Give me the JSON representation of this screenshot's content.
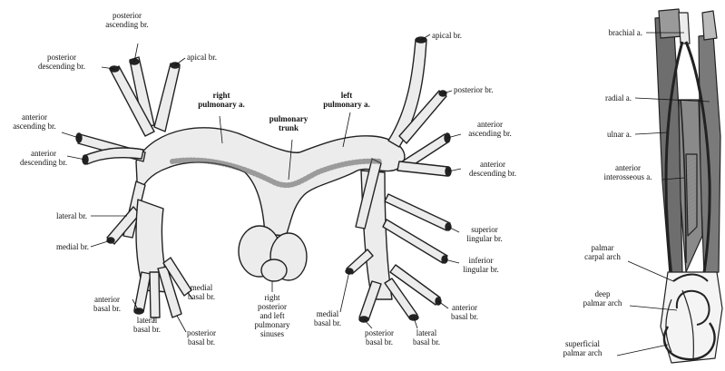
{
  "figure": {
    "pulmonary": {
      "labels": {
        "posterior_ascending": [
          "posterior",
          "ascending br."
        ],
        "posterior_descending": [
          "posterior",
          "descending br."
        ],
        "apical_right": [
          "apical br."
        ],
        "right_pulmonary": [
          "right",
          "pulmonary a."
        ],
        "left_pulmonary": [
          "left",
          "pulmonary a."
        ],
        "pulmonary_trunk": [
          "pulmonary",
          "trunk"
        ],
        "apical_left": [
          "apical br."
        ],
        "posterior_left": [
          "posterior br."
        ],
        "anterior_ascending_right": [
          "anterior",
          "ascending br."
        ],
        "anterior_descending_right": [
          "anterior",
          "descending br."
        ],
        "anterior_ascending_left": [
          "anterior",
          "ascending br."
        ],
        "anterior_descending_left": [
          "anterior",
          "descending br."
        ],
        "lateral": [
          "lateral br."
        ],
        "medial": [
          "medial br."
        ],
        "superior_lingular": [
          "superior",
          "lingular br."
        ],
        "inferior_lingular": [
          "inferior",
          "lingular br."
        ],
        "anterior_basal_right": [
          "anterior",
          "basal br."
        ],
        "lateral_basal": [
          "lateral",
          "basal br."
        ],
        "medial_basal_right": [
          "medial",
          "basal br."
        ],
        "posterior_basal_right": [
          "posterior",
          "basal br."
        ],
        "sinuses": [
          "right",
          "posterior",
          "and left",
          "pulmonary",
          "sinuses"
        ],
        "medial_basal_left": [
          "medial",
          "basal br."
        ],
        "posterior_basal_left": [
          "posterior",
          "basal br."
        ],
        "lateral_basal_left": [
          "lateral",
          "basal br."
        ],
        "anterior_basal_left": [
          "anterior",
          "basal br."
        ]
      }
    },
    "forearm": {
      "labels": {
        "brachial": [
          "brachial a."
        ],
        "radial": [
          "radial a."
        ],
        "ulnar": [
          "ulnar a."
        ],
        "anterior_interosseous": [
          "anterior",
          "interosseous a."
        ],
        "palmar_carpal": [
          "palmar",
          "carpal arch"
        ],
        "deep_palmar": [
          "deep",
          "palmar arch"
        ],
        "superficial_palmar": [
          "superficial",
          "palmar arch"
        ]
      }
    },
    "colors": {
      "vessel_fill": "#ececec",
      "vessel_stroke": "#222222",
      "muscle": "#6e6e6e",
      "label": "#111111"
    }
  }
}
